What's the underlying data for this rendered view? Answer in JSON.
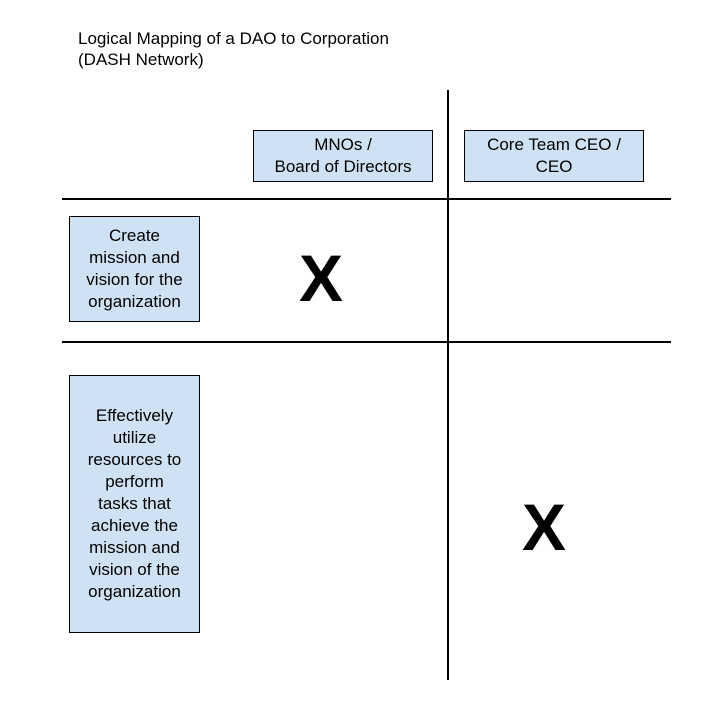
{
  "title": {
    "line1": "Logical Mapping of a DAO to Corporation",
    "line2": "(DASH Network)"
  },
  "columns": [
    {
      "label": "MNOs /\nBoard of Directors"
    },
    {
      "label": "Core Team CEO /\nCEO"
    }
  ],
  "rows": [
    {
      "label": "Create\nmission and\nvision for the\norganization"
    },
    {
      "label": "Effectively\nutilize\nresources to\nperform\ntasks that\nachieve the\nmission and\nvision of the\norganization"
    }
  ],
  "marks": [
    {
      "text": "X"
    },
    {
      "text": "X"
    }
  ],
  "colors": {
    "box_fill": "#cfe2f3",
    "line": "#000000"
  }
}
